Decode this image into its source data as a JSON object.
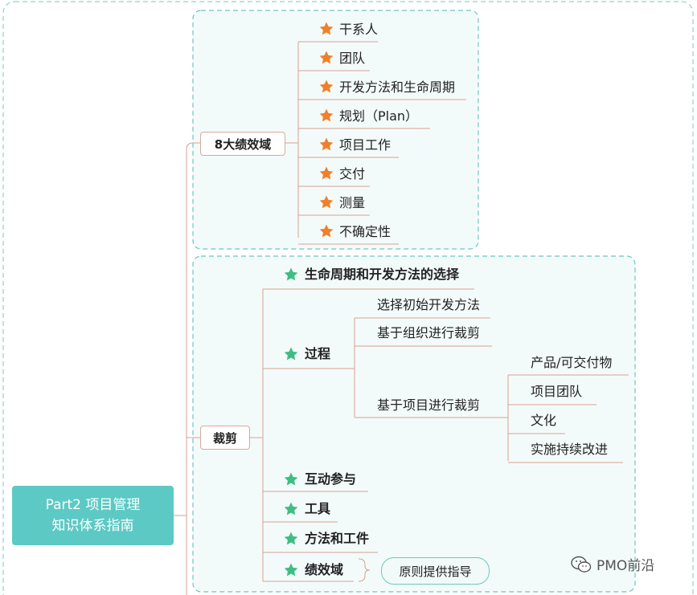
{
  "colors": {
    "root": "#5cc9c4",
    "frame": "#6cc6be",
    "link": "#d7a093",
    "star_orange": "#f0802a",
    "star_green": "#3fbd83"
  },
  "root": {
    "line1": "Part2 项目管理",
    "line2": "知识体系指南"
  },
  "domains": {
    "label": "8大绩效域",
    "items": [
      "干系人",
      "团队",
      "开发方法和生命周期",
      "规划（Plan）",
      "项目工作",
      "交付",
      "测量",
      "不确定性"
    ]
  },
  "tailoring": {
    "label": "裁剪",
    "lifecycle": "生命周期和开发方法的选择",
    "process": {
      "label": "过程",
      "items": [
        "选择初始开发方法",
        "基于组织进行裁剪",
        "基于项目进行裁剪"
      ],
      "project_items": [
        "产品/可交付物",
        "项目团队",
        "文化",
        "实施持续改进"
      ]
    },
    "engagement": "互动参与",
    "tools": "工具",
    "methods": "方法和工件",
    "performance": "绩效域",
    "principle_note": "原则提供指导"
  },
  "watermark": "PMO前沿",
  "icons": {
    "star": "star-icon",
    "wechat": "wechat-icon"
  }
}
